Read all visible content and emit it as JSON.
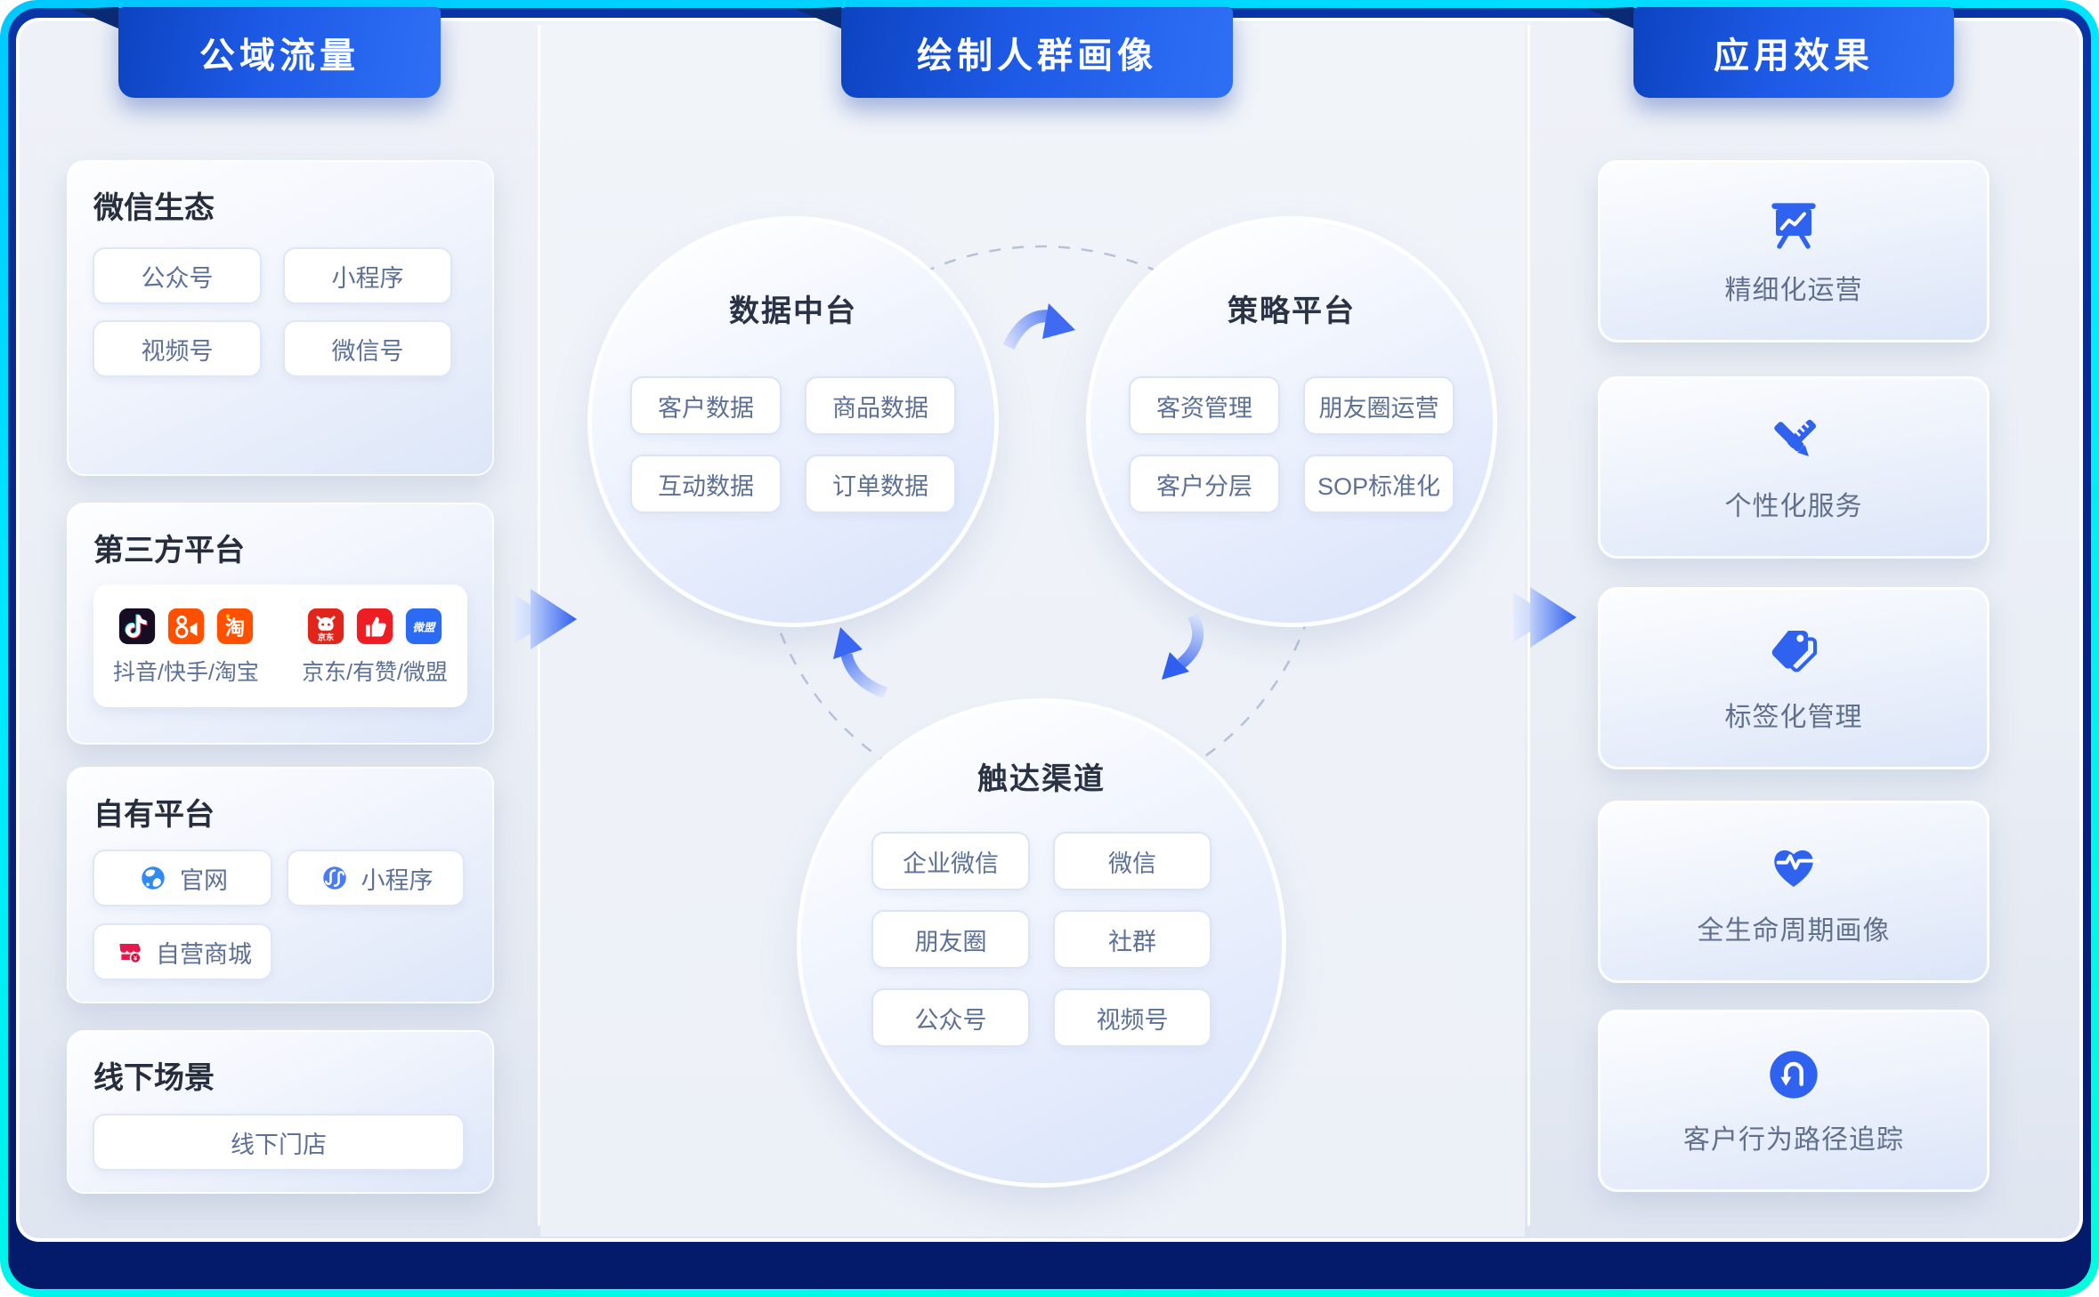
{
  "banners": {
    "left": "公域流量",
    "middle": "绘制人群画像",
    "right": "应用效果"
  },
  "left_column": {
    "sections": [
      {
        "title": "微信生态",
        "items": [
          {
            "label": "公众号"
          },
          {
            "label": "小程序"
          },
          {
            "label": "视频号"
          },
          {
            "label": "微信号"
          }
        ]
      },
      {
        "title": "第三方平台",
        "groups": [
          {
            "label": "抖音/快手/淘宝",
            "icons": [
              "douyin-icon",
              "kuaishou-icon",
              "taobao-icon"
            ]
          },
          {
            "label": "京东/有赞/微盟",
            "icons": [
              "jd-icon",
              "youzan-icon",
              "weimob-icon"
            ]
          }
        ]
      },
      {
        "title": "自有平台",
        "items": [
          {
            "label": "官网",
            "icon": "globe-icon"
          },
          {
            "label": "小程序",
            "icon": "miniprogram-icon"
          },
          {
            "label": "自营商城",
            "icon": "shop-icon"
          }
        ]
      },
      {
        "title": "线下场景",
        "items": [
          {
            "label": "线下门店"
          }
        ]
      }
    ]
  },
  "middle_column": {
    "circles": [
      {
        "title": "数据中台",
        "items": [
          "客户数据",
          "商品数据",
          "互动数据",
          "订单数据"
        ]
      },
      {
        "title": "策略平台",
        "items": [
          "客资管理",
          "朋友圈运营",
          "客户分层",
          "SOP标准化"
        ]
      },
      {
        "title": "触达渠道",
        "items": [
          "企业微信",
          "微信",
          "朋友圈",
          "社群",
          "公众号",
          "视频号"
        ]
      }
    ]
  },
  "right_column": {
    "cards": [
      {
        "label": "精细化运营",
        "icon": "presentation-chart-icon"
      },
      {
        "label": "个性化服务",
        "icon": "pencil-ruler-icon"
      },
      {
        "label": "标签化管理",
        "icon": "tag-icon"
      },
      {
        "label": "全生命周期画像",
        "icon": "heart-pulse-icon"
      },
      {
        "label": "客户行为路径追踪",
        "icon": "route-tracking-icon"
      }
    ]
  },
  "icon_text": {
    "taobao": "淘",
    "weimob": "微盟",
    "jd": "京东",
    "yuan": "¥"
  },
  "colors": {
    "frame_cyan": "#00e9ff",
    "frame_navy": "#06217f",
    "banner_blue_start": "#0c43c0",
    "banner_blue_end": "#2f6ff5",
    "accent_blue": "#2f63ef",
    "chip_text": "#5d7095",
    "title_text": "#262d3d"
  }
}
